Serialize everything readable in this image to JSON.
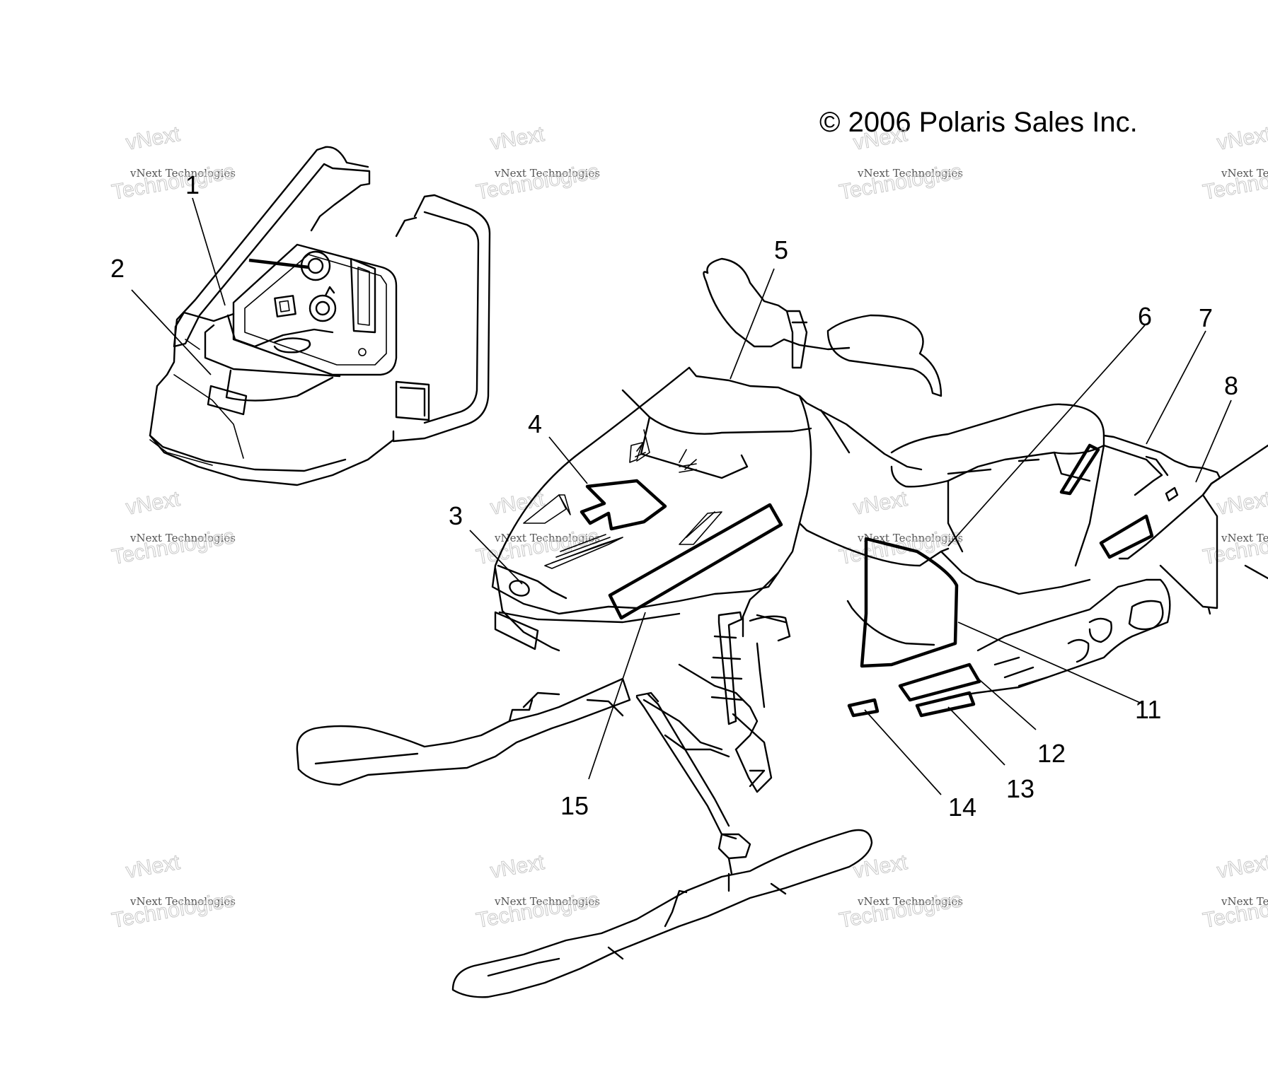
{
  "copyright": "© 2006 Polaris Sales Inc.",
  "watermark": {
    "top_line": "vNext",
    "middle_line": "vNext Technologies",
    "bottom_line": "Technologies"
  },
  "callouts": {
    "c1": "1",
    "c2": "2",
    "c3": "3",
    "c4": "4",
    "c5": "5",
    "c6": "6",
    "c7": "7",
    "c8": "8",
    "c11": "11",
    "c12": "12",
    "c13": "13",
    "c14": "14",
    "c15": "15"
  },
  "colors": {
    "line": "#000000",
    "background": "#ffffff",
    "watermark": "#c8c8c8"
  }
}
